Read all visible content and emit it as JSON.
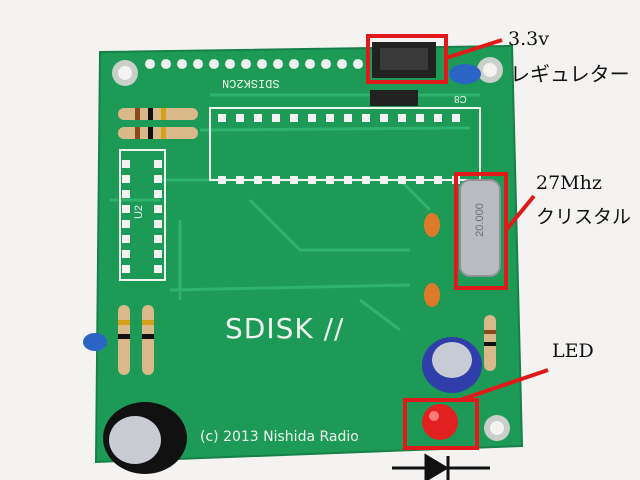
{
  "board": {
    "silk_top_label": "SDISK2CN",
    "title": "SDISK //",
    "copyright": "(c) 2013 Nishida Radio",
    "ref_u2": "U2",
    "ref_c8": "C8",
    "crystal_marking": "20.000"
  },
  "annotations": {
    "regulator_line1": "3.3v",
    "regulator_line2": "レギュレター",
    "crystal_line1": "27Mhz",
    "crystal_line2": "クリスタル",
    "led": "LED"
  },
  "colors": {
    "board": "#1e9a57",
    "annotation_red": "#e01a1a",
    "silkscreen": "#eef5ee"
  }
}
